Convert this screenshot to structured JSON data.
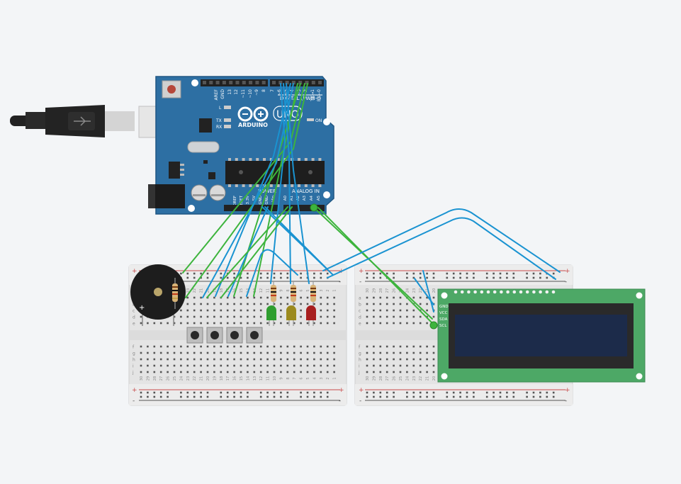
{
  "colors": {
    "background": "#f3f5f7",
    "arduino_board": "#2d6fa3",
    "arduino_edge": "#1f5784",
    "wire_blue": "#1a93d1",
    "wire_green": "#3db43d",
    "breadboard": "#e9e9e9",
    "lcd_pcb": "#4da866",
    "lcd_screen": "#1c2b4a",
    "led_green": "#2f9e2f",
    "led_yellow": "#9c8a1e",
    "led_red": "#a81f1f"
  },
  "arduino": {
    "brand": "ARDUINO",
    "model": "UNO",
    "digital_label": "DIGITAL (PWM~)",
    "power_label": "POWER",
    "analog_label": "ANALOG IN",
    "on_label": "ON",
    "l_label": "L",
    "tx_label": "TX",
    "rx_label": "RX",
    "top_pins": [
      "AREF",
      "GND",
      "13",
      "12",
      "~11",
      "~10",
      "~9",
      "8",
      "7",
      "~6",
      "~5",
      "4",
      "~3",
      "2",
      "TX→1",
      "RX←0"
    ],
    "bottom_pins": [
      "IOREF",
      "RESET",
      "3.3V",
      "5V",
      "GND",
      "GND",
      "Vin",
      "A0",
      "A1",
      "A2",
      "A3",
      "A4",
      "A5"
    ]
  },
  "breadboard": {
    "plus": "+",
    "minus": "-",
    "rows_top": [
      "a",
      "b",
      "c",
      "d",
      "e"
    ],
    "rows_bottom": [
      "f",
      "g",
      "h",
      "i",
      "j"
    ],
    "left_numbers": [
      "30",
      "29",
      "28",
      "27",
      "26",
      "25",
      "24",
      "23",
      "22",
      "21",
      "20",
      "19",
      "18",
      "17",
      "16",
      "15",
      "14",
      "13",
      "12",
      "11",
      "10",
      "9",
      "8",
      "7",
      "6",
      "5",
      "4",
      "3",
      "2",
      "1"
    ],
    "right_numbers": [
      "30",
      "29",
      "28",
      "27",
      "26",
      "25",
      "24",
      "23",
      "22",
      "21",
      "20"
    ]
  },
  "buzzer": {
    "plus": "+"
  },
  "lcd": {
    "pins": [
      "GND",
      "VCC",
      "SDA",
      "SCL"
    ]
  }
}
